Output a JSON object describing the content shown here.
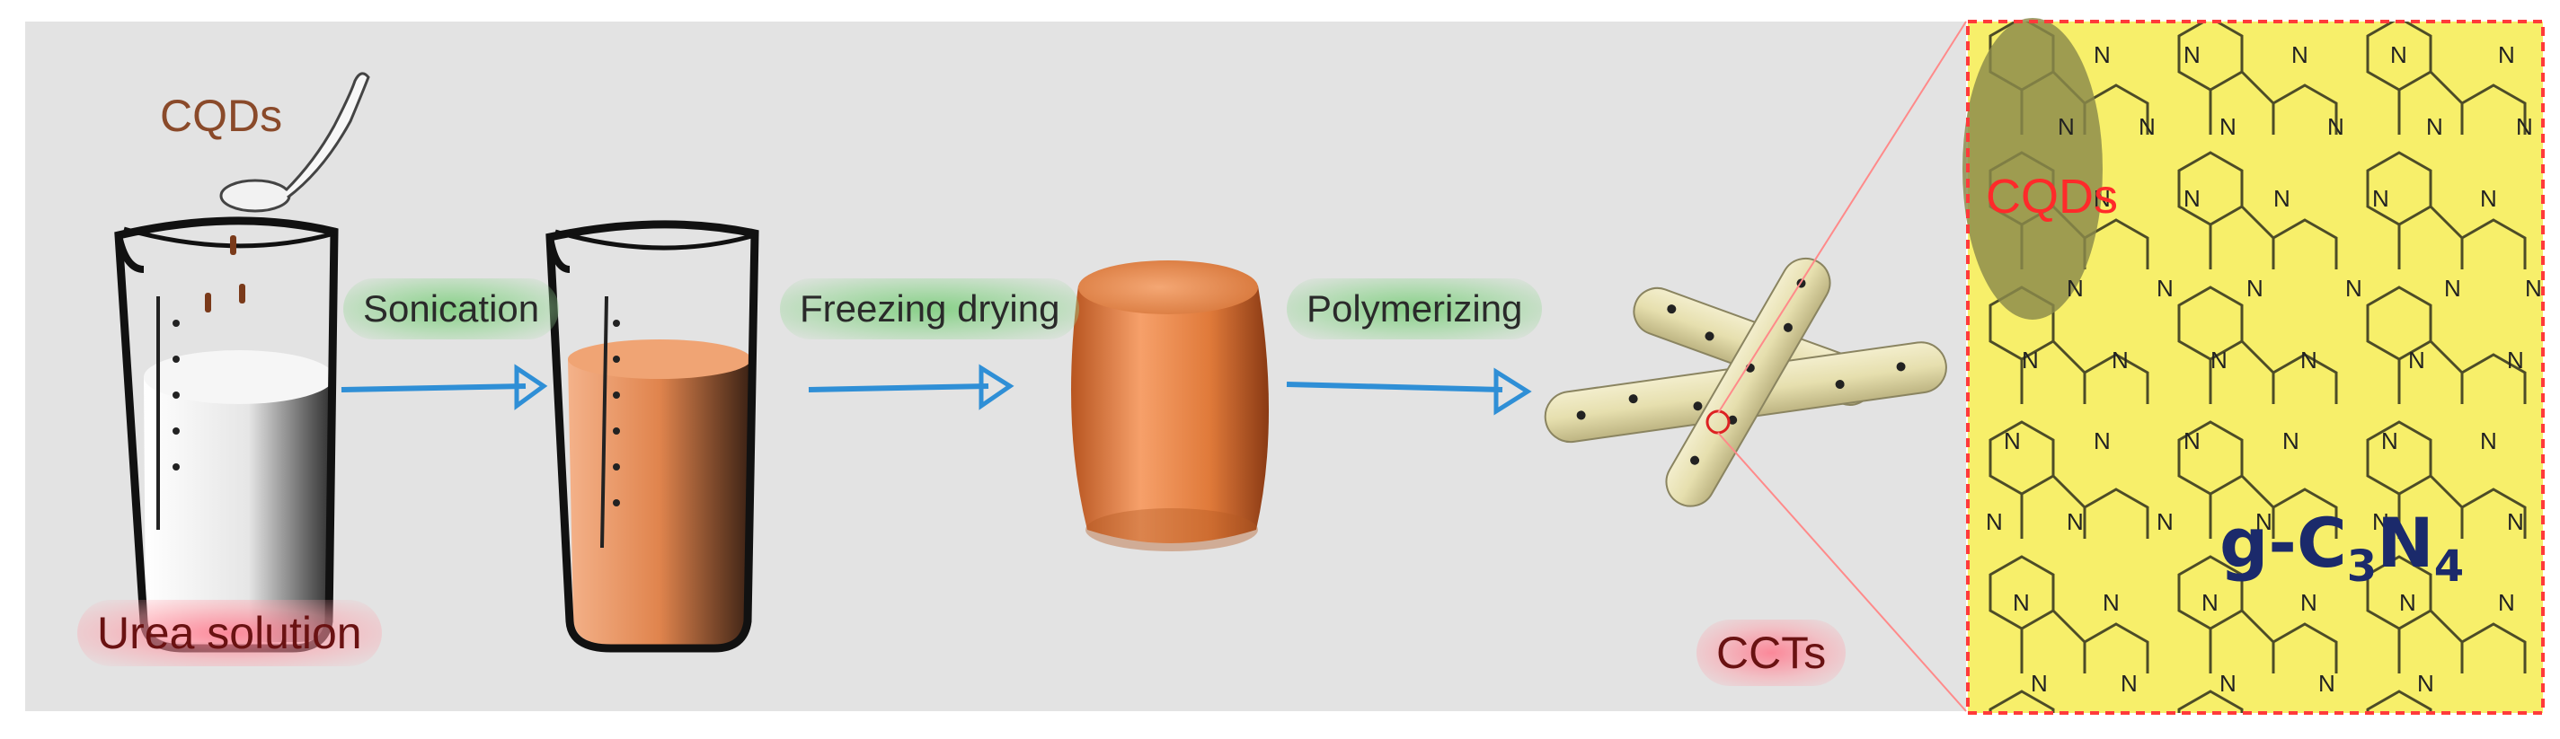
{
  "labels": {
    "cqds_top": "CQDs",
    "urea_solution": "Urea solution",
    "step1": "Sonication",
    "step2": "Freezing drying",
    "step3": "Polymerizing",
    "ccts": "CCTs",
    "zoom_cqds": "CQDs",
    "gc3n4_prefix": "g-C",
    "gc3n4_sub1": "3",
    "gc3n4_mid": "N",
    "gc3n4_sub2": "4",
    "atom": "N"
  },
  "colors": {
    "panel_bg": "#e3e3e3",
    "arrow": "#2f8fd6",
    "zoom_bg": "#f7ef6a",
    "zoom_border": "#ff3a3a",
    "cylinder": "#e8802f",
    "liquid": "#e5894f",
    "tube": "#e9e2b4"
  }
}
